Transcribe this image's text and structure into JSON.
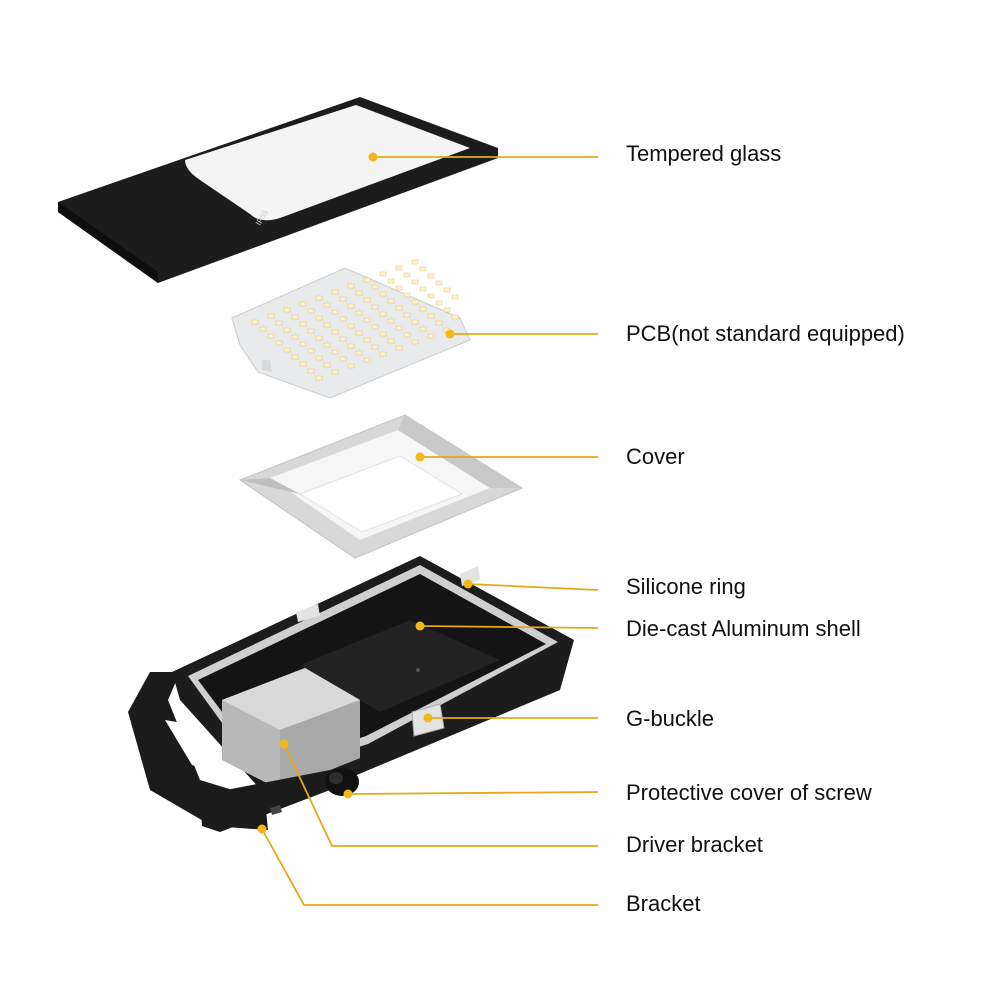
{
  "colors": {
    "leader": "#e6a817",
    "dot": "#f2b817",
    "housing": "#1c1c1c",
    "glass": "#f4f4f4",
    "pcb": "#e9eaec",
    "led": "#fff3c2",
    "reflector": "#dcdcdc",
    "driver": "#b8b8b8"
  },
  "glass_mark": "IP65",
  "labels": [
    {
      "id": "tempered-glass",
      "text": "Tempered glass"
    },
    {
      "id": "pcb",
      "text": "PCB(not standard equipped)"
    },
    {
      "id": "cover",
      "text": "Cover"
    },
    {
      "id": "silicone-ring",
      "text": "Silicone ring"
    },
    {
      "id": "aluminum-shell",
      "text": "Die-cast Aluminum shell"
    },
    {
      "id": "g-buckle",
      "text": "G-buckle"
    },
    {
      "id": "screw-cover",
      "text": "Protective cover of screw"
    },
    {
      "id": "driver-bracket",
      "text": "Driver bracket"
    },
    {
      "id": "bracket",
      "text": "Bracket"
    }
  ]
}
